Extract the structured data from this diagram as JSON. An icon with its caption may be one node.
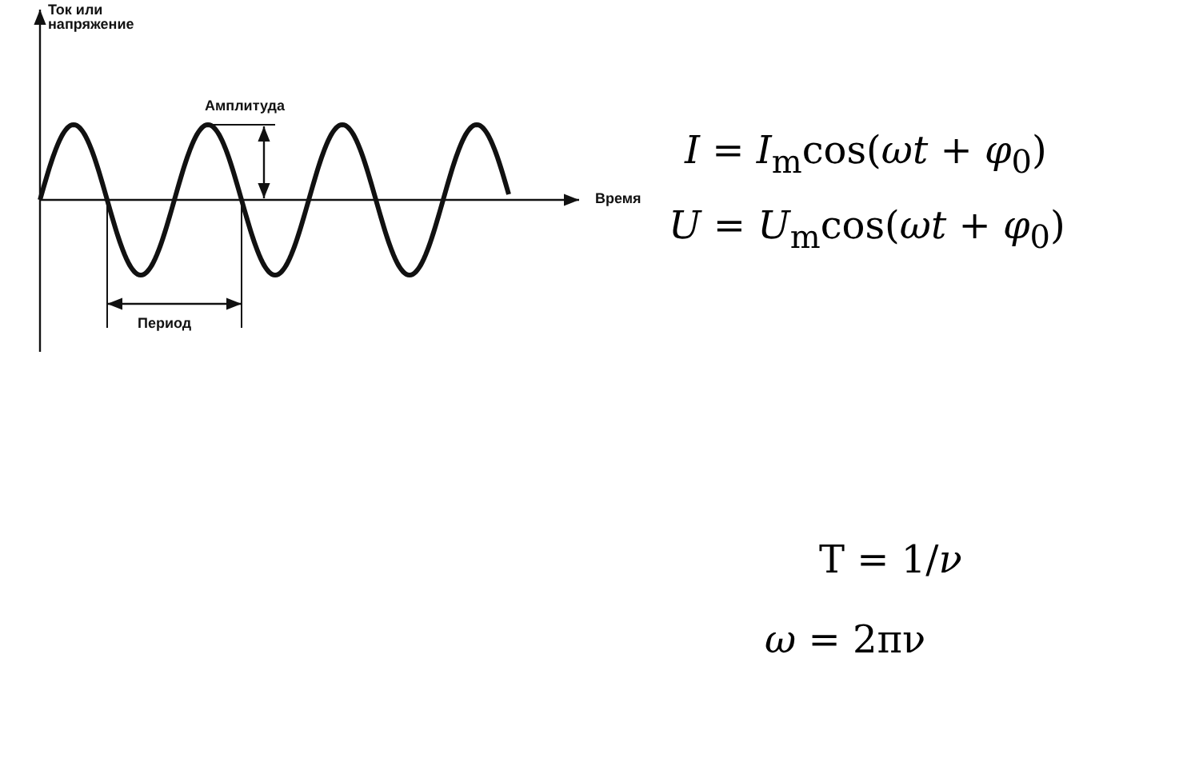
{
  "diagram": {
    "labels": [
      "Ток или напряжение",
      "Амплитуда",
      "Время",
      "Период",
      "*I* = *I*$_{m}$cos(*ωt* + *φ*$_{0}$)",
      "*U* = *U*$_{m}$cos(*ωt* + *φ*$_{0}$)",
      "T = 1/*ν*",
      "*ω* = 2πν"
    ]
  }
}
